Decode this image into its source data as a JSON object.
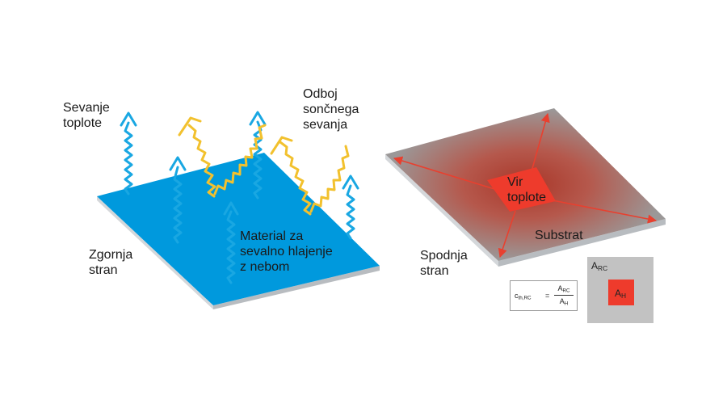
{
  "left_panel": {
    "thermal_radiation_label": [
      "Sevanje",
      "toplote"
    ],
    "solar_reflection_label": [
      "Odboj",
      "sončnega",
      "sevanja"
    ],
    "top_side_label": [
      "Zgornja",
      "stran"
    ],
    "material_label": [
      "Material za",
      "sevalno hlajenje",
      "z nebom"
    ],
    "colors": {
      "panel": "#0099dd",
      "panel_edge": "#b8bcc0",
      "thermal_arrow": "#19a7e2",
      "solar_arrow": "#f2c12e"
    }
  },
  "right_panel": {
    "heat_source_label": [
      "Vir",
      "toplote"
    ],
    "substrate_label": "Substrat",
    "bottom_side_label": [
      "Spodnja",
      "stran"
    ],
    "colors": {
      "substrate": "#9a9a9a",
      "heat_glow": "#a93628",
      "heat_source": "#ee3b2c",
      "spread_arrow": "#e8402f"
    }
  },
  "formula": {
    "lhs": "c",
    "lhs_sub": "th,RC",
    "equals": "=",
    "numerator": "A",
    "numerator_sub": "RC",
    "denominator": "A",
    "denominator_sub": "H"
  },
  "inset": {
    "outer_label": "A",
    "outer_sub": "RC",
    "inner_label": "A",
    "inner_sub": "H"
  }
}
